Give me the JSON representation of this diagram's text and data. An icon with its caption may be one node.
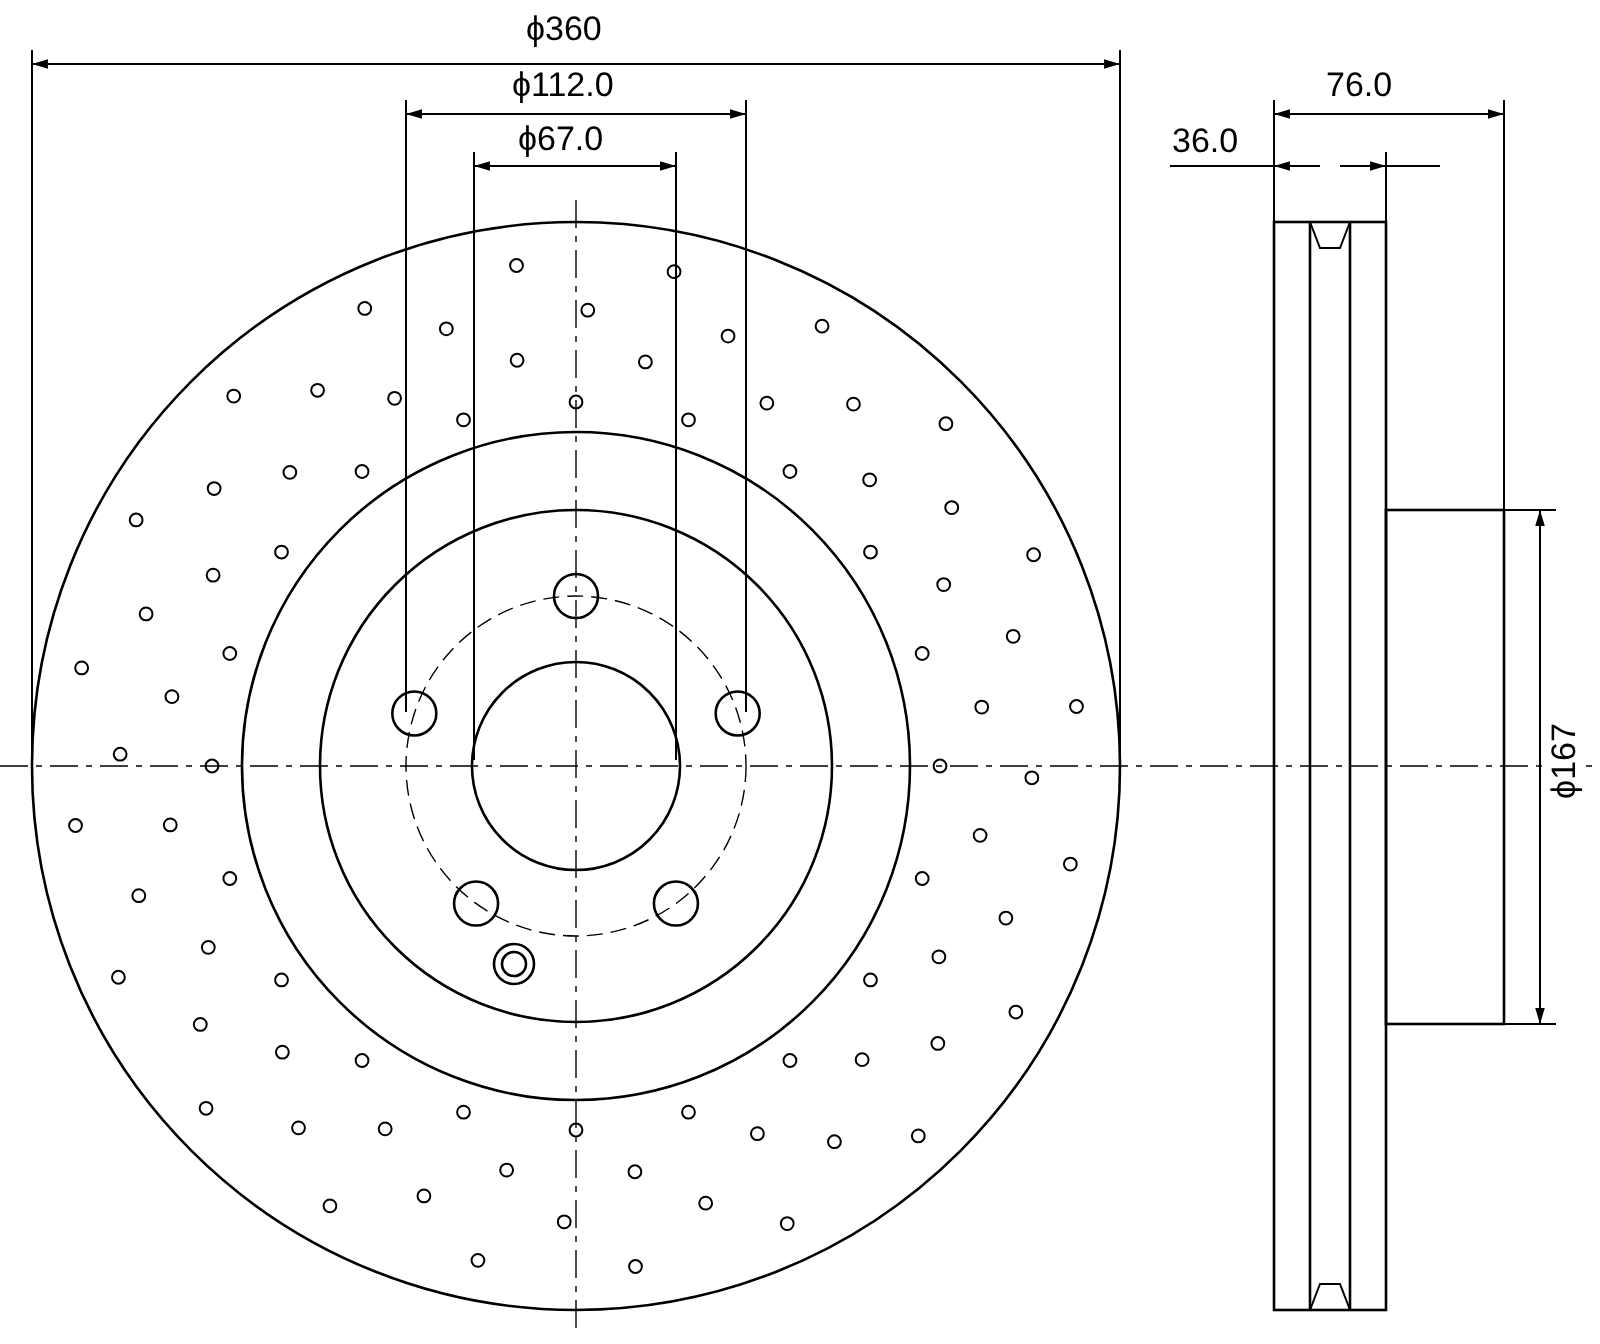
{
  "diagram": {
    "labels": [
      "ϕ360",
      "ϕ112.0",
      "ϕ67.0",
      "36.0",
      "76.0",
      "ϕ167"
    ]
  }
}
